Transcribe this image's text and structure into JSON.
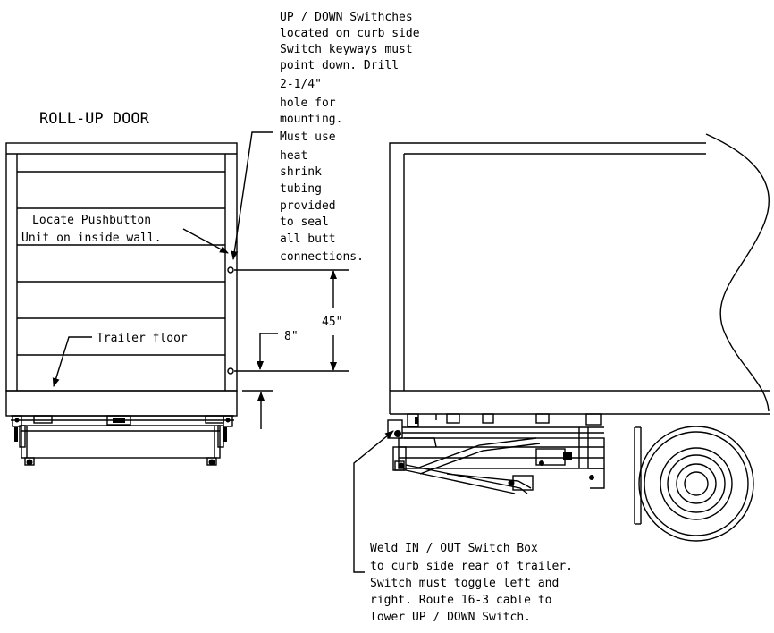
{
  "rear_view": {
    "title": "ROLL-UP DOOR",
    "pushbutton_note": [
      "Locate Pushbutton",
      "Unit on inside wall."
    ],
    "floor_label": "Trailer floor"
  },
  "switch_note": [
    "UP / DOWN Swithches",
    "located on curb side",
    "Switch keyways must",
    "point down. Drill",
    "2-1/4\"",
    "hole for",
    "mounting.",
    "Must use",
    "heat",
    "shrink",
    "tubing",
    "provided",
    "to seal",
    "all butt",
    "connections."
  ],
  "dimensions": {
    "lower": "8\"",
    "upper": "45\""
  },
  "box_note": [
    "Weld IN / OUT Switch Box",
    "to curb side rear of trailer.",
    "Switch must toggle left and",
    "right. Route 16-3 cable to",
    "lower UP / DOWN Switch."
  ]
}
